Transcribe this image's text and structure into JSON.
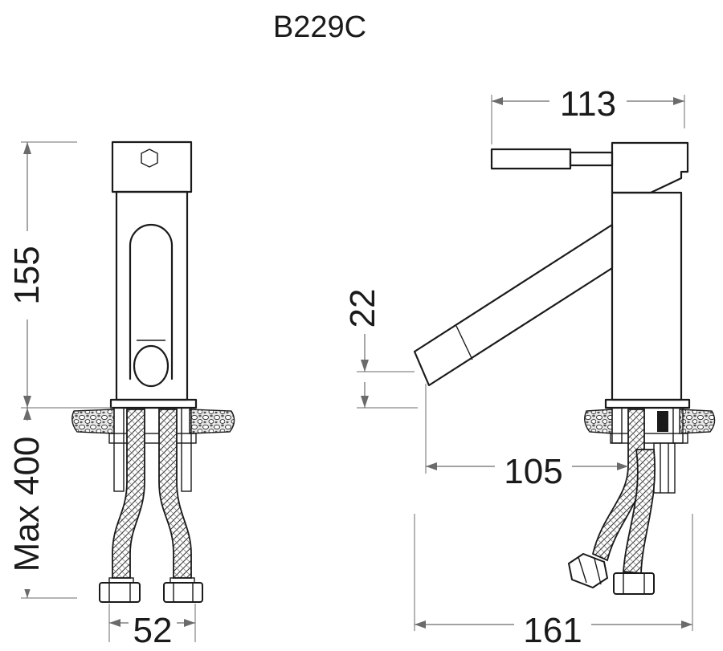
{
  "model": "B229C",
  "dimensions": {
    "height": "155",
    "max_hose_length": "Max 400",
    "hose_spacing": "52",
    "spout_clearance": "22",
    "handle_reach": "113",
    "spout_reach": "105",
    "total_depth": "161"
  }
}
